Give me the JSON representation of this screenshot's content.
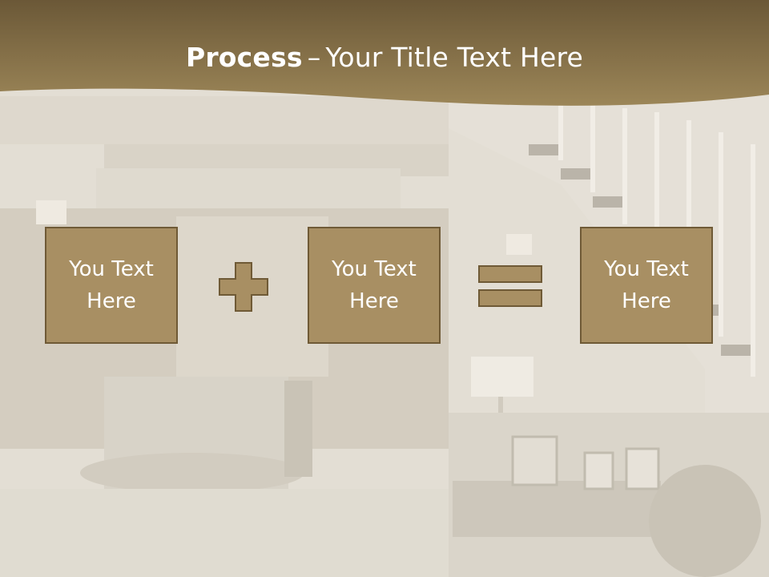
{
  "slide": {
    "title_bold": "Process",
    "title_dash": "–",
    "title_rest": "Your Title Text Here"
  },
  "process": {
    "box1": "You Text\nHere",
    "operator1": "plus",
    "box2": "You Text\nHere",
    "operator2": "equals",
    "box3": "You Text\nHere"
  },
  "colors": {
    "banner": "#8e7749",
    "box_fill": "#a88f63",
    "box_border": "#6f5a36",
    "text": "#ffffff"
  }
}
